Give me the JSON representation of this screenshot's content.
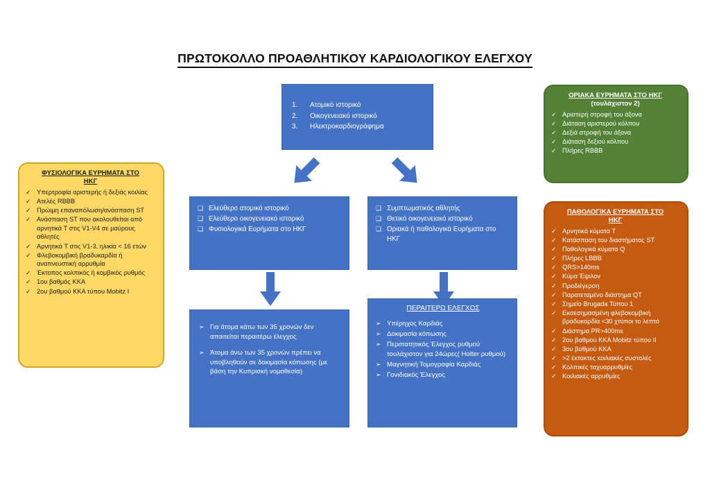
{
  "title": "ΠΡΩΤΟΚΟΛΛΟ ΠΡΟΑΘΛΗΤΙΚΟΥ ΚΑΡΔΙΟΛΟΓΙΚΟΥ  ΕΛΕΓΧΟΥ",
  "colors": {
    "blue": "#4472C4",
    "yellow": "#FFD966",
    "yellow_border": "#D9A520",
    "green": "#538135",
    "orange": "#C55A11",
    "text_dark": "#1a1a1a",
    "text_light": "#ffffff"
  },
  "markers": {
    "check": "✓",
    "square": "❑",
    "arrow": "➢",
    "number_suffix": "."
  },
  "initial_assessment": {
    "items": [
      {
        "num": "1.",
        "label": "Ατομικό ιστορικό"
      },
      {
        "num": "2.",
        "label": "Οικογενειακό ιστορικό"
      },
      {
        "num": "3.",
        "label": "Ηλεκτροκαρδιογράφημα"
      }
    ]
  },
  "normal_findings": {
    "title_line1": "ΦΥΣΙΟΛΟΓΙΚΑ  ΕΥΡΗΜΑΤΑ  ΣΤΟ",
    "title_line2": "ΗΚΓ",
    "items": [
      "Υπερτροφία αριστερής ή δεξιάς κοιλίας",
      "Ατελές  RBBB",
      "Πρώιμη επαναπόλωση/ανάσπαση  ST",
      "Ανάσπαση  ST που ακολουθείται από αρνητικά Τ στις V1-V4 σε μαύρους αθλητές",
      "Αρνητικά Τ στις V1-3, ηλικία < 16 ετών",
      "Φλεβοκομβική βραδυκαρδία ή αναπνευστική αρρυθμία",
      "Έκτοπος κολπικός ή κομβικός ρυθμός",
      "1ου βαθμός ΚΚΑ",
      "2ου βαθμού ΚΚΑ τύπου Mobitz I"
    ]
  },
  "borderline_findings": {
    "title_line1": "ΟΡΙΑΚΑ  ΕΥΡΗΜΑΤΑ ΣΤΟ ΗΚΓ",
    "title_line2": "(τουλάχιστον 2)",
    "items": [
      "Αριστερή στροφή του άξονα",
      "Διάταση αριστερού κόλπου",
      "Δεξιά στροφή του άξονα",
      "Διάταση δεξιού κόλπου",
      "Πλήρες RBBB"
    ]
  },
  "pathological_findings": {
    "title_line1": "ΠΑΘΟΛΟΓΙΚΑ   ΕΥΡΗΜΑΤΑ  ΣΤΟ",
    "title_line2": "ΗΚΓ",
    "items": [
      "Αρνητικά κύματα Τ",
      "Κατάσπαση του διαστήματος ST",
      "Παθολογικά κύματα Q",
      "Πλήρες LBBB",
      "QRS>140ms",
      "Κύμα Έψιλον",
      "Προδιέγερση",
      "Παρατεταμένο διάστημα QT",
      "Σημείο Brugada Τύπου 1",
      "Εκσεσημασμένη  φλεβοκομβική βραδυκαρδία <30 χτύποι το λεπτό",
      "Διάστημα PR>400ms",
      "2ου βαθμού ΚΚΑ Mobitz τύπου II",
      "3ου βαθμού ΚΚΑ",
      ">2 έκτακτες κοιλιακές συστολές",
      "Κολπικές ταχυαρρυθμίες",
      "Κοιλιακές αρρυθμίες"
    ]
  },
  "normal_branch": {
    "items": [
      "Ελεύθερο ατομικό ιστορικό",
      "Ελεύθερο οικογενειακό ιστορικό",
      "Φυσιολογικά Ευρήματα στο ΗΚΓ"
    ]
  },
  "abnormal_branch": {
    "items": [
      "Συμπτωματικός αθλητής",
      "Θετικό οικογενειακό ιστορικό",
      "Οριακά ή  παθολογικά Ευρήματα στο ΗΚΓ"
    ]
  },
  "age_advice": {
    "items": [
      "Για άτομα κάτω των 35 χρονών δεν απαιτείται περαιτέρω έλεγχος",
      "Άτομα άνω των 35 χρονών πρέπει να υποβληθούν σε δοκιμασία κόπωσης  (με βάση την Κυπριακή νομοθεσία)"
    ]
  },
  "further_testing": {
    "title": "ΠΕΡΑΙΤΕΡΩ ΕΛΕΓΧΟΣ",
    "items": [
      "Υπέρηχος Καρδιάς",
      "Δοκιμασία κόπωσης",
      "Περιπατητικός  Έλεγχος ρυθμού τουλάχιστον για 24ώρες( Holter ρυθμού)",
      "Μαγνητική Τομογραφία Καρδιάς",
      "Γονιδιακός  Έλεγχος"
    ]
  },
  "arrows": {
    "left_diagonal": "arrow-down-left",
    "right_diagonal": "arrow-down-right",
    "left_vertical": "arrow-down",
    "right_vertical": "arrow-down"
  }
}
